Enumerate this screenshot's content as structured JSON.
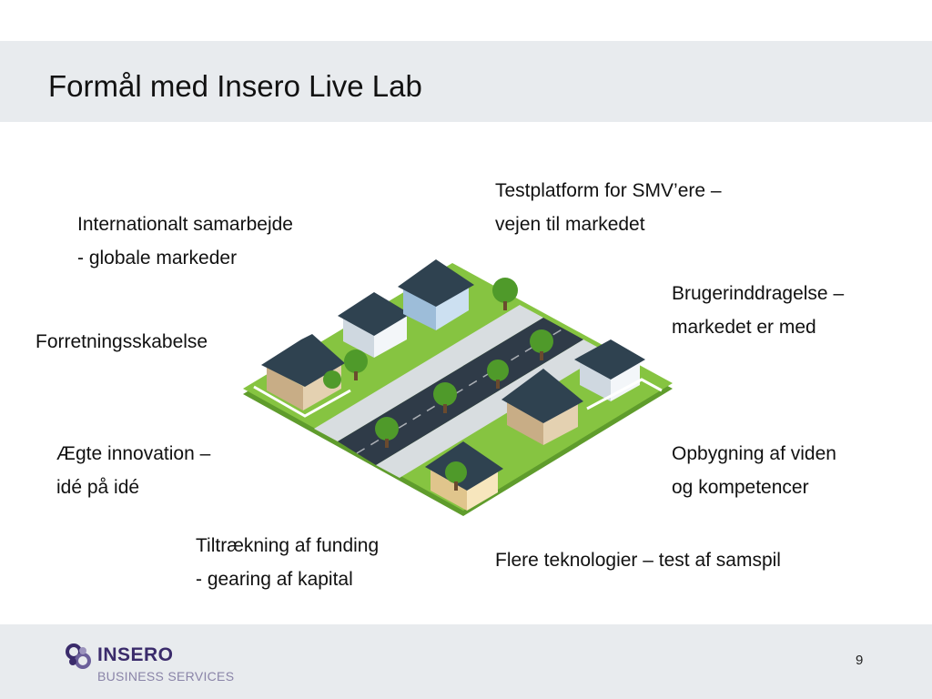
{
  "slide": {
    "title": "Formål med Insero Live Lab",
    "page_number": "9"
  },
  "labels": {
    "international": {
      "line1": "Internationalt samarbejde",
      "line2": "- globale markeder"
    },
    "forretning": {
      "line1": "Forretningsskabelse"
    },
    "innovation": {
      "line1": "Ægte innovation –",
      "line2": "idé på idé"
    },
    "funding": {
      "line1": "Tiltrækning af funding",
      "line2": "- gearing af kapital"
    },
    "testplatform": {
      "line1": "Testplatform for SMV’ere –",
      "line2": "vejen til markedet"
    },
    "bruger": {
      "line1": "Brugerinddragelse –",
      "line2": "markedet er med"
    },
    "viden": {
      "line1": "Opbygning af viden",
      "line2": "og kompetencer"
    },
    "teknologier": {
      "line1": "Flere teknologier – test af samspil"
    }
  },
  "logo": {
    "name": "INSERO",
    "subtitle": "BUSINESS SERVICES",
    "icon": "insero-knot-icon"
  },
  "colors": {
    "band": "#e8ebee",
    "logo_primary": "#3a2b6b",
    "logo_secondary": "#8a84a8",
    "grass": "#7cbc3a",
    "road": "#2f3b48"
  }
}
